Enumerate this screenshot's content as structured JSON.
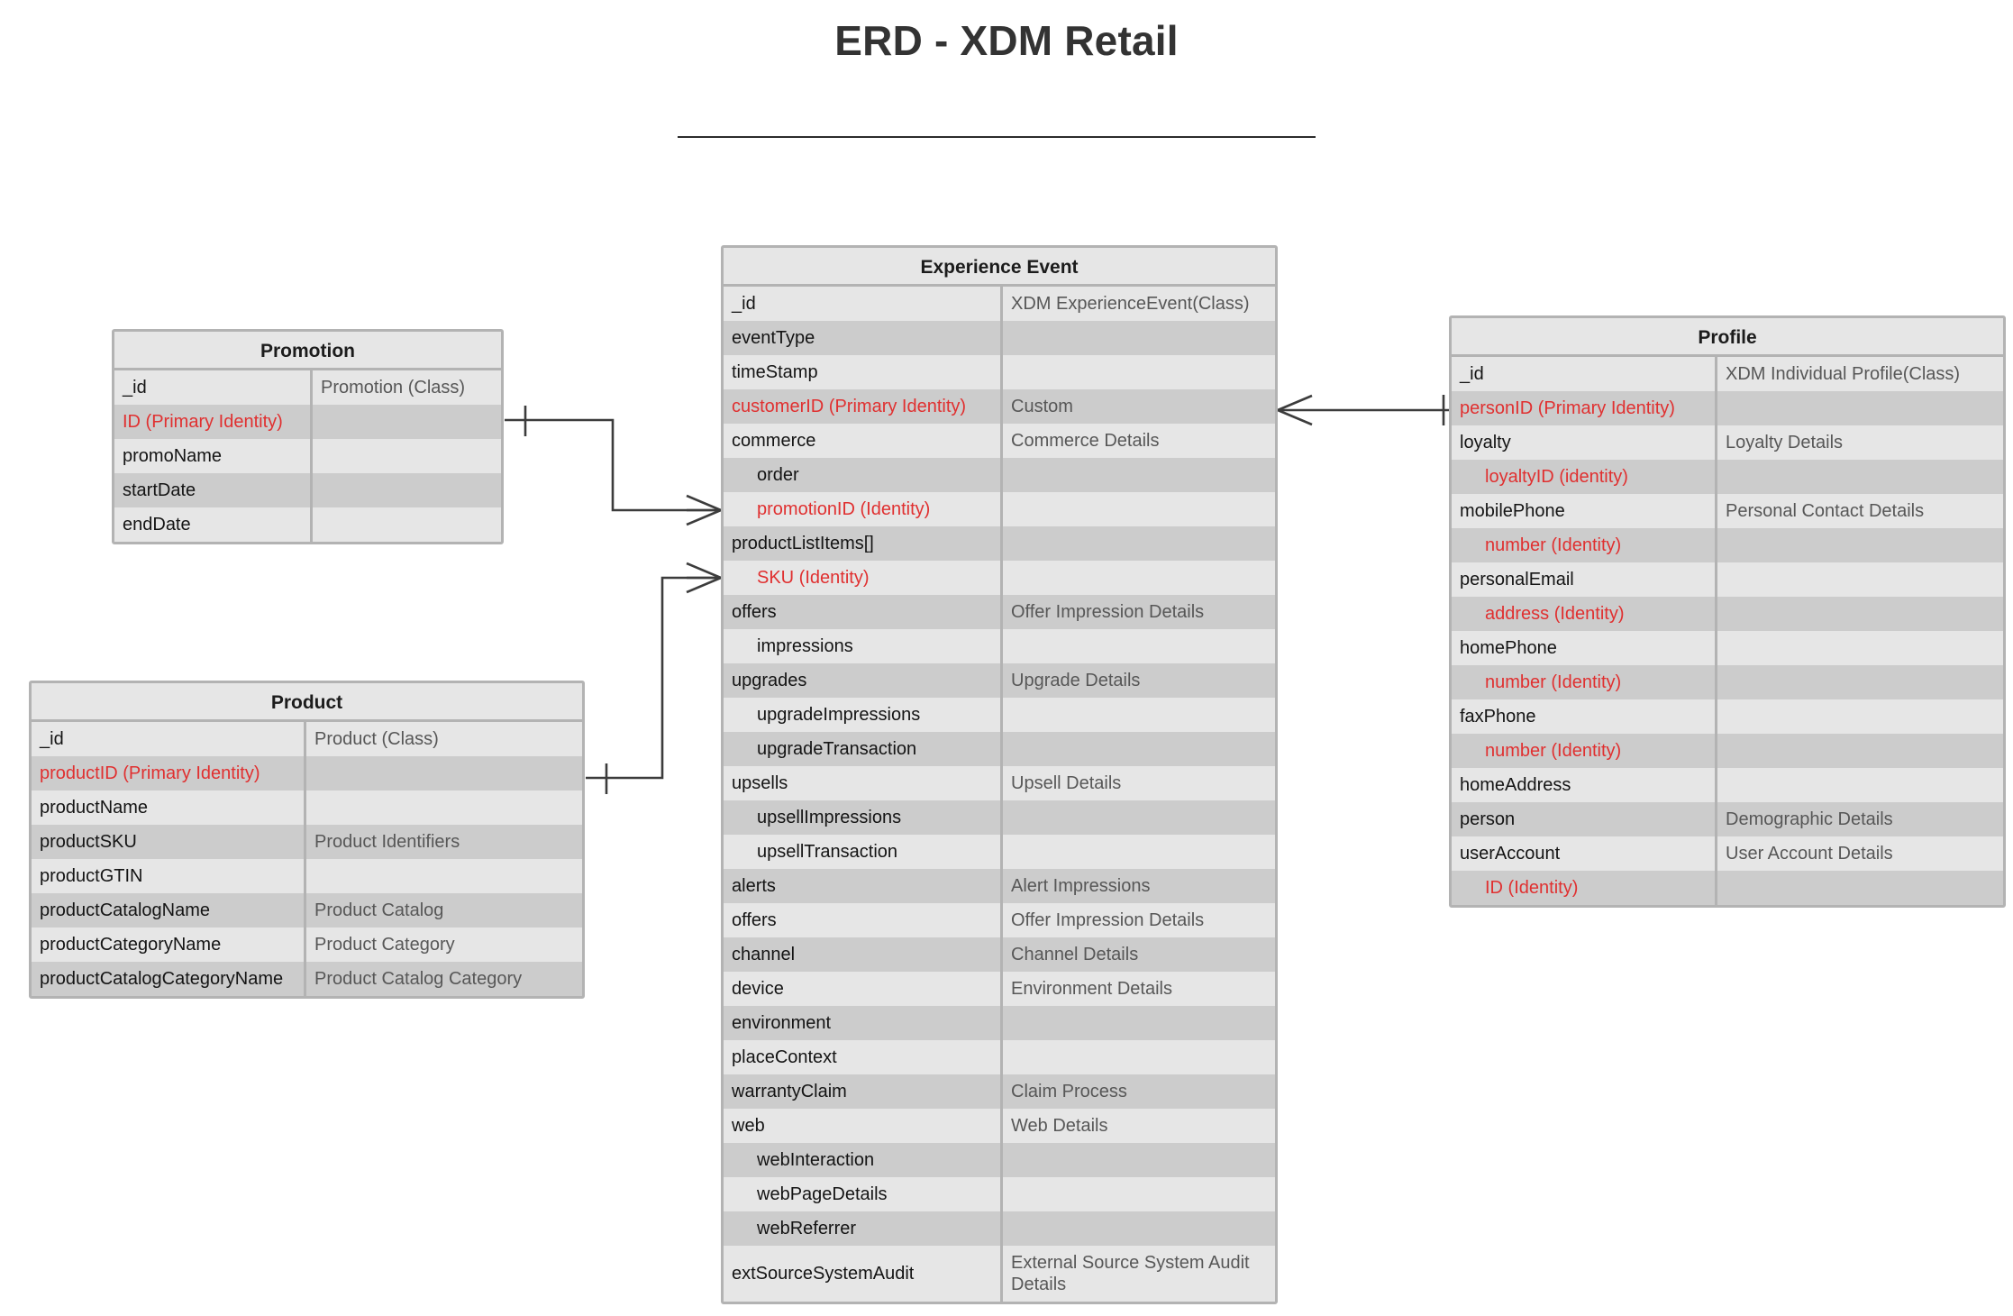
{
  "page": {
    "title": "ERD - XDM Retail"
  },
  "entities": {
    "promotion": {
      "name": "Promotion",
      "rows": [
        {
          "field": "_id",
          "type": "Promotion (Class)",
          "identity": false,
          "indent": 0
        },
        {
          "field": "ID (Primary Identity)",
          "type": "",
          "identity": true,
          "indent": 0
        },
        {
          "field": "promoName",
          "type": "",
          "identity": false,
          "indent": 0
        },
        {
          "field": "startDate",
          "type": "",
          "identity": false,
          "indent": 0
        },
        {
          "field": "endDate",
          "type": "",
          "identity": false,
          "indent": 0
        }
      ]
    },
    "product": {
      "name": "Product",
      "rows": [
        {
          "field": "_id",
          "type": "Product (Class)",
          "identity": false,
          "indent": 0
        },
        {
          "field": "productID (Primary Identity)",
          "type": "",
          "identity": true,
          "indent": 0
        },
        {
          "field": "productName",
          "type": "",
          "identity": false,
          "indent": 0
        },
        {
          "field": "productSKU",
          "type": "Product Identifiers",
          "identity": false,
          "indent": 0
        },
        {
          "field": "productGTIN",
          "type": "",
          "identity": false,
          "indent": 0
        },
        {
          "field": "productCatalogName",
          "type": "Product Catalog",
          "identity": false,
          "indent": 0
        },
        {
          "field": "productCategoryName",
          "type": "Product Category",
          "identity": false,
          "indent": 0
        },
        {
          "field": "productCatalogCategoryName",
          "type": "Product Catalog Category",
          "identity": false,
          "indent": 0
        }
      ]
    },
    "experience_event": {
      "name": "Experience Event",
      "rows": [
        {
          "field": "_id",
          "type": "XDM ExperienceEvent(Class)",
          "identity": false,
          "indent": 0
        },
        {
          "field": "eventType",
          "type": "",
          "identity": false,
          "indent": 0
        },
        {
          "field": "timeStamp",
          "type": "",
          "identity": false,
          "indent": 0
        },
        {
          "field": "customerID (Primary Identity)",
          "type": "Custom",
          "identity": true,
          "indent": 0
        },
        {
          "field": "commerce",
          "type": "Commerce Details",
          "identity": false,
          "indent": 0
        },
        {
          "field": "order",
          "type": "",
          "identity": false,
          "indent": 1
        },
        {
          "field": "promotionID (Identity)",
          "type": "",
          "identity": true,
          "indent": 1
        },
        {
          "field": "productListItems[]",
          "type": "",
          "identity": false,
          "indent": 0
        },
        {
          "field": "SKU (Identity)",
          "type": "",
          "identity": true,
          "indent": 1
        },
        {
          "field": "offers",
          "type": "Offer Impression Details",
          "identity": false,
          "indent": 0
        },
        {
          "field": "impressions",
          "type": "",
          "identity": false,
          "indent": 1
        },
        {
          "field": "upgrades",
          "type": "Upgrade Details",
          "identity": false,
          "indent": 0
        },
        {
          "field": "upgradeImpressions",
          "type": "",
          "identity": false,
          "indent": 1
        },
        {
          "field": "upgradeTransaction",
          "type": "",
          "identity": false,
          "indent": 1
        },
        {
          "field": "upsells",
          "type": "Upsell Details",
          "identity": false,
          "indent": 0
        },
        {
          "field": "upsellImpressions",
          "type": "",
          "identity": false,
          "indent": 1
        },
        {
          "field": "upsellTransaction",
          "type": "",
          "identity": false,
          "indent": 1
        },
        {
          "field": "alerts",
          "type": "Alert Impressions",
          "identity": false,
          "indent": 0
        },
        {
          "field": "offers",
          "type": "Offer Impression Details",
          "identity": false,
          "indent": 0
        },
        {
          "field": "channel",
          "type": "Channel Details",
          "identity": false,
          "indent": 0
        },
        {
          "field": "device",
          "type": "Environment Details",
          "identity": false,
          "indent": 0
        },
        {
          "field": "environment",
          "type": "",
          "identity": false,
          "indent": 0
        },
        {
          "field": "placeContext",
          "type": "",
          "identity": false,
          "indent": 0
        },
        {
          "field": "warrantyClaim",
          "type": "Claim Process",
          "identity": false,
          "indent": 0
        },
        {
          "field": "web",
          "type": "Web Details",
          "identity": false,
          "indent": 0
        },
        {
          "field": "webInteraction",
          "type": "",
          "identity": false,
          "indent": 1
        },
        {
          "field": "webPageDetails",
          "type": "",
          "identity": false,
          "indent": 1
        },
        {
          "field": "webReferrer",
          "type": "",
          "identity": false,
          "indent": 1
        },
        {
          "field": "extSourceSystemAudit",
          "type": "External Source System Audit Details",
          "identity": false,
          "indent": 0,
          "tall": true
        }
      ]
    },
    "profile": {
      "name": "Profile",
      "rows": [
        {
          "field": "_id",
          "type": "XDM Individual Profile(Class)",
          "identity": false,
          "indent": 0
        },
        {
          "field": "personID (Primary Identity)",
          "type": "",
          "identity": true,
          "indent": 0
        },
        {
          "field": "loyalty",
          "type": "Loyalty Details",
          "identity": false,
          "indent": 0
        },
        {
          "field": "loyaltyID (identity)",
          "type": "",
          "identity": true,
          "indent": 1
        },
        {
          "field": "mobilePhone",
          "type": "Personal Contact Details",
          "identity": false,
          "indent": 0
        },
        {
          "field": "number (Identity)",
          "type": "",
          "identity": true,
          "indent": 1
        },
        {
          "field": "personalEmail",
          "type": "",
          "identity": false,
          "indent": 0
        },
        {
          "field": "address (Identity)",
          "type": "",
          "identity": true,
          "indent": 1
        },
        {
          "field": "homePhone",
          "type": "",
          "identity": false,
          "indent": 0
        },
        {
          "field": "number (Identity)",
          "type": "",
          "identity": true,
          "indent": 1
        },
        {
          "field": "faxPhone",
          "type": "",
          "identity": false,
          "indent": 0
        },
        {
          "field": "number (Identity)",
          "type": "",
          "identity": true,
          "indent": 1
        },
        {
          "field": "homeAddress",
          "type": "",
          "identity": false,
          "indent": 0
        },
        {
          "field": "person",
          "type": "Demographic Details",
          "identity": false,
          "indent": 0
        },
        {
          "field": "userAccount",
          "type": "User Account Details",
          "identity": false,
          "indent": 0
        },
        {
          "field": "ID (Identity)",
          "type": "",
          "identity": true,
          "indent": 1
        }
      ]
    }
  },
  "relationships": [
    {
      "id": "promotion-to-experience-event",
      "from": "Promotion",
      "to": "Experience Event",
      "from_marker": "one",
      "to_marker": "many"
    },
    {
      "id": "product-to-experience-event",
      "from": "Product",
      "to": "Experience Event",
      "from_marker": "one",
      "to_marker": "many"
    },
    {
      "id": "experience-event-to-profile",
      "from": "Experience Event",
      "to": "Profile",
      "from_marker": "many",
      "to_marker": "one"
    }
  ],
  "colors": {
    "identity_text": "#e03030",
    "entity_border": "#b3b3b3",
    "row_odd": "#e6e6e6",
    "row_even": "#cccccc",
    "connector": "#3c3c3c",
    "title_text": "#333333"
  }
}
